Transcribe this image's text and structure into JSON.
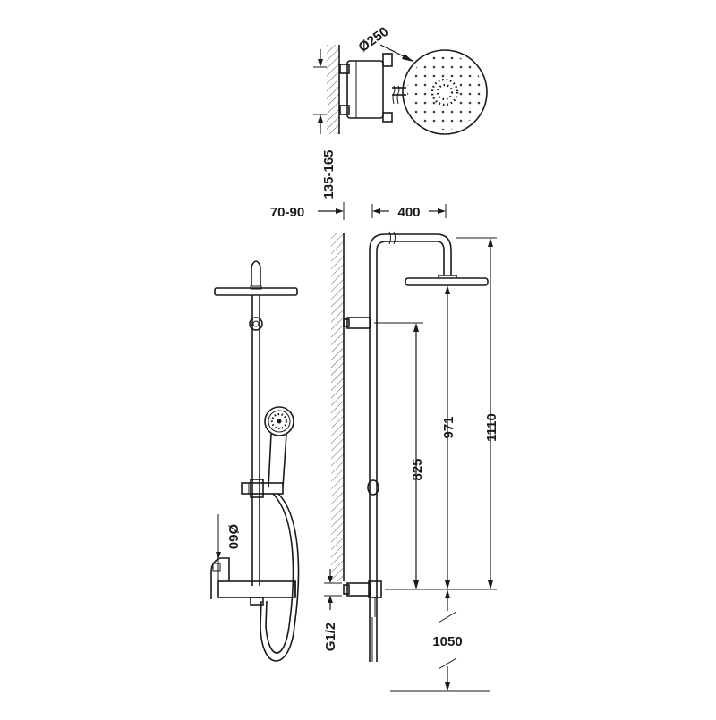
{
  "drawing": {
    "dimensions": {
      "head_diameter": "Ø250",
      "wall_spacing_top": "135-165",
      "wall_offset": "70-90",
      "arm_reach": "400",
      "holder_height": "825",
      "bar_height": "971",
      "total_height": "1110",
      "floor_height": "1050",
      "inlet_thread": "G1/2",
      "handle_diameter": "Ø60"
    }
  }
}
